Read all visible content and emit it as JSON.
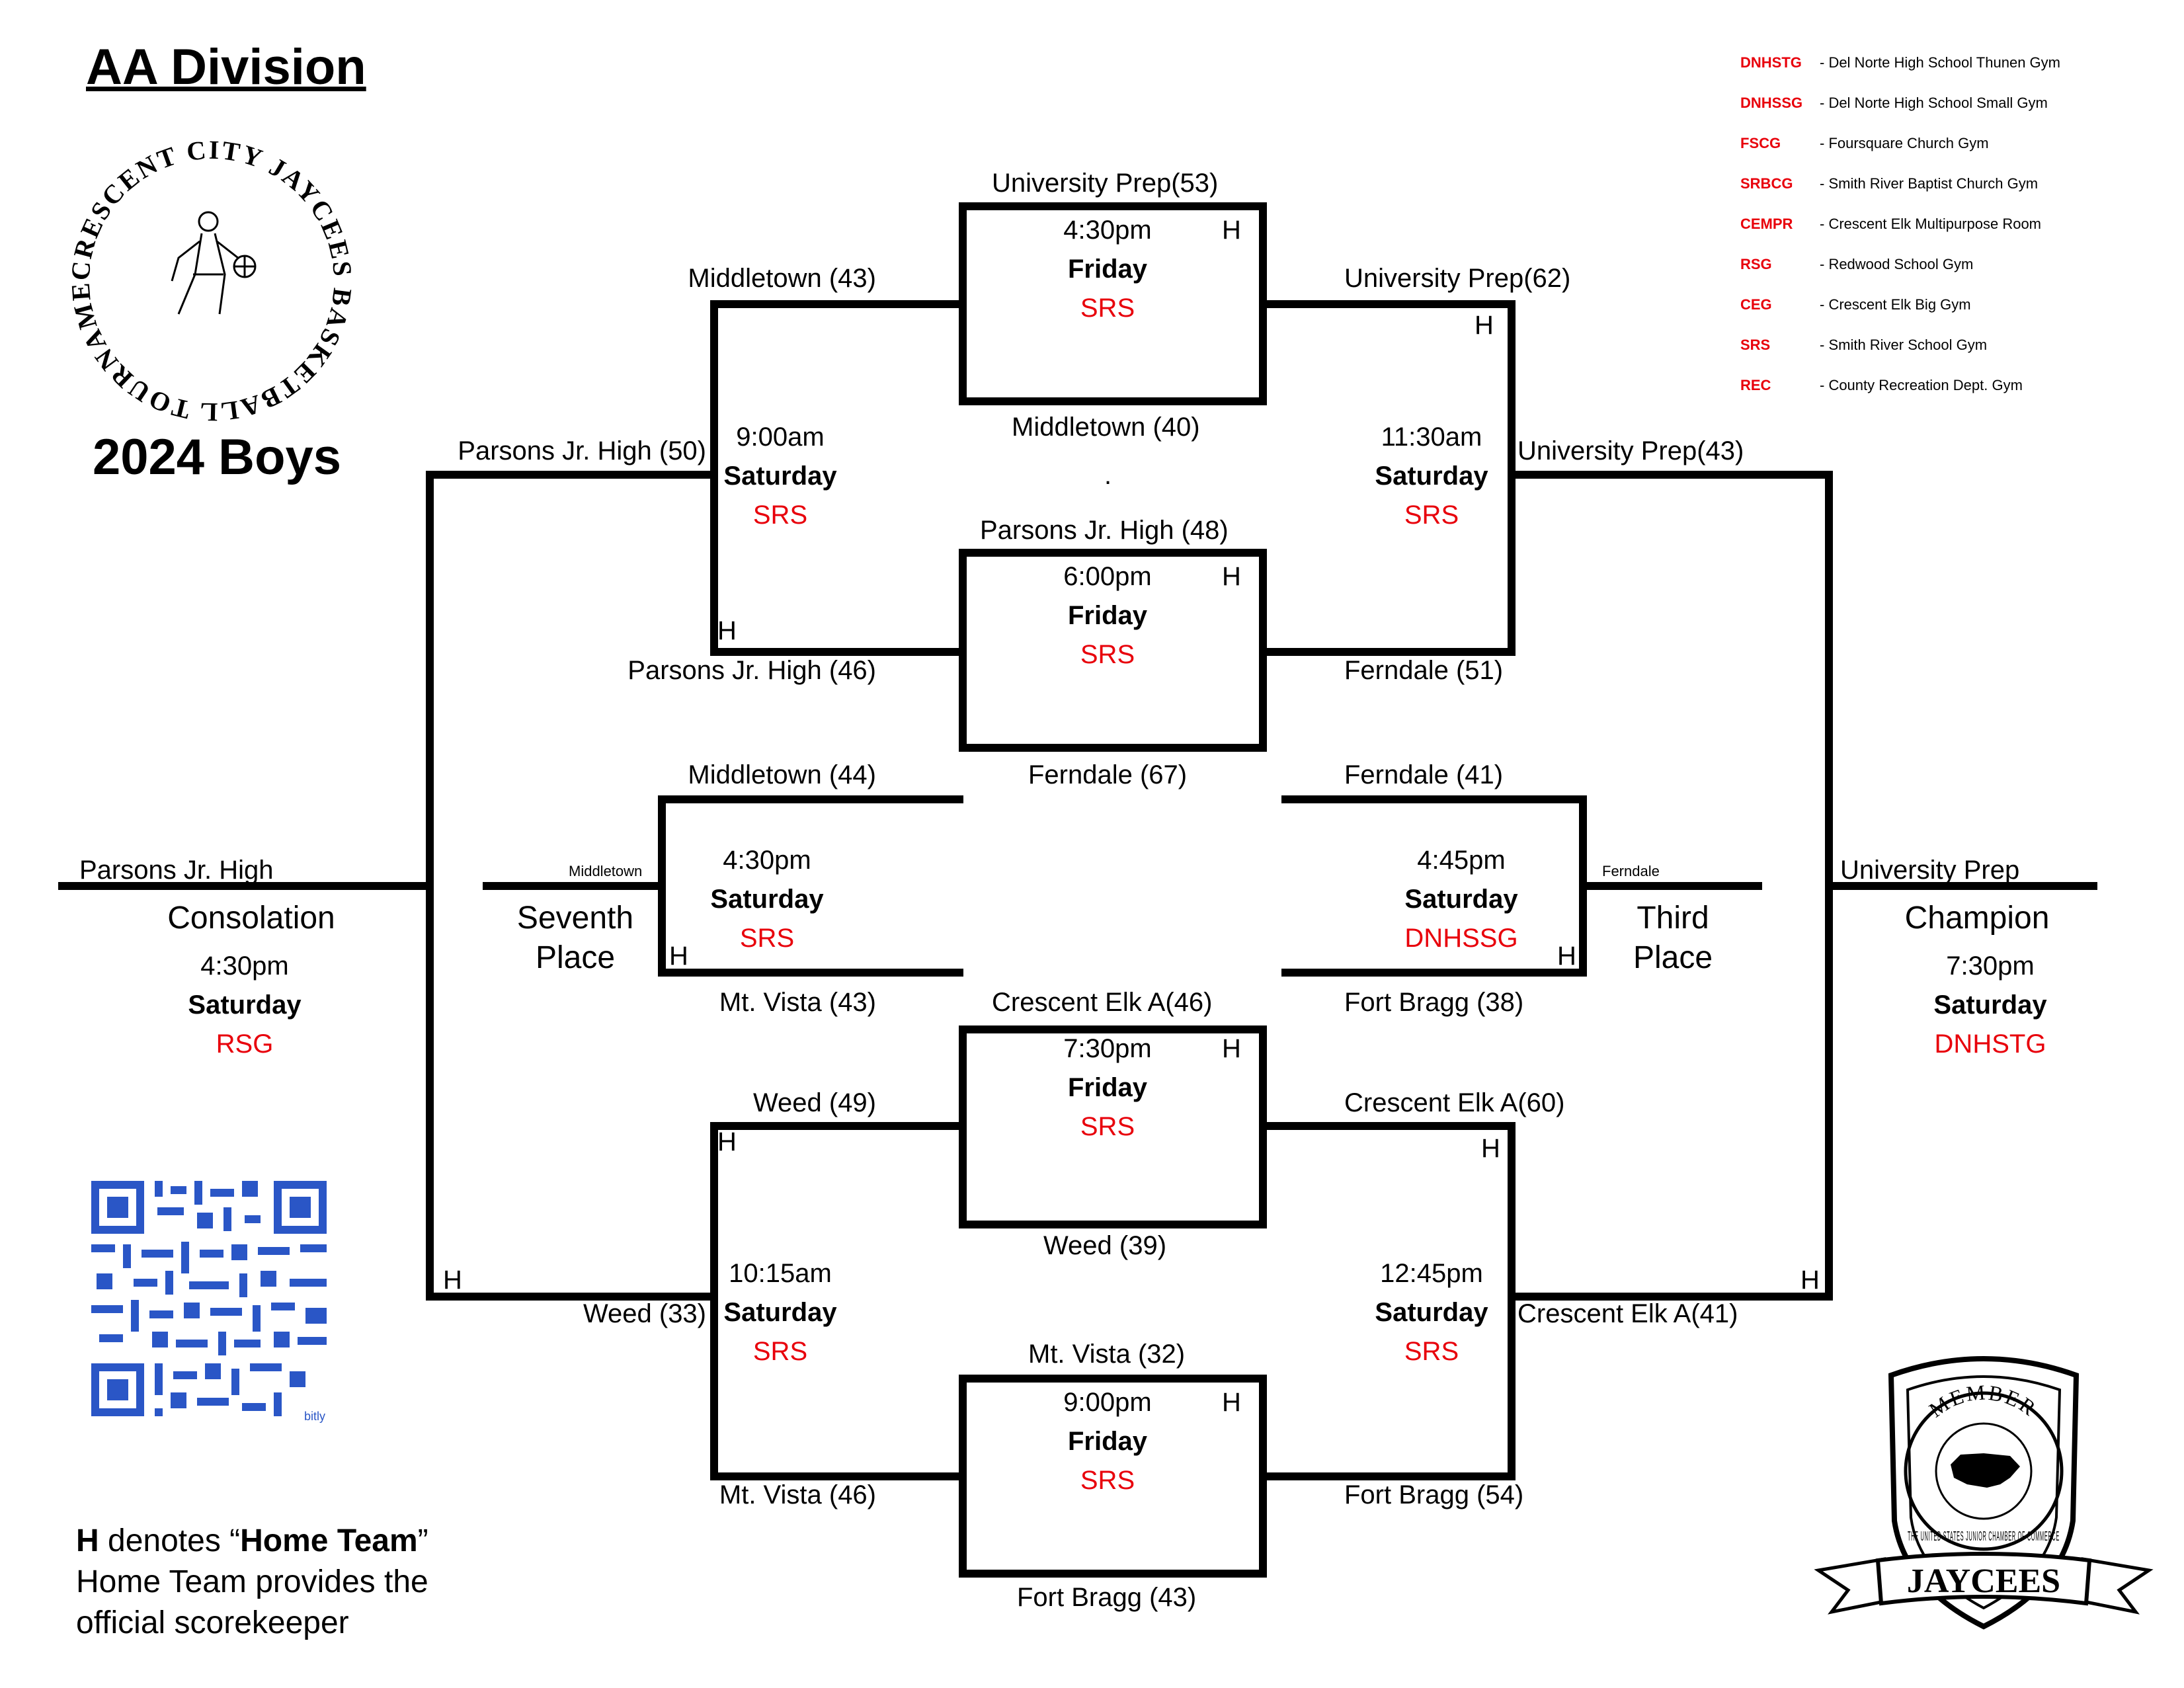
{
  "header": {
    "division_title": "AA Division",
    "season_title": "2024 Boys",
    "logo_text": "CRESCENT CITY JAYCEES BASKETBALL TOURNAMENT"
  },
  "legend": [
    {
      "code": "DNHSTG",
      "desc": "- Del Norte High School Thunen Gym"
    },
    {
      "code": "DNHSSG",
      "desc": "- Del Norte High School Small Gym"
    },
    {
      "code": "FSCG",
      "desc": "- Foursquare Church Gym"
    },
    {
      "code": "SRBCG",
      "desc": "- Smith River Baptist Church Gym"
    },
    {
      "code": "CEMPR",
      "desc": "- Crescent Elk Multipurpose Room"
    },
    {
      "code": "RSG",
      "desc": "- Redwood School Gym"
    },
    {
      "code": "CEG",
      "desc": "- Crescent Elk Big Gym"
    },
    {
      "code": "SRS",
      "desc": "- Smith River School Gym"
    },
    {
      "code": "REC",
      "desc": "- County Recreation Dept. Gym"
    }
  ],
  "games": {
    "g1": {
      "top": "University Prep(53)",
      "bottom": "Middletown (40)",
      "time": "4:30pm",
      "day": "Friday",
      "site": "SRS",
      "home": "H"
    },
    "g2": {
      "top": "Parsons Jr. High (48)",
      "bottom": "Ferndale (67)",
      "time": "6:00pm",
      "day": "Friday",
      "site": "SRS",
      "home": "H"
    },
    "g3": {
      "top": "Crescent Elk  A(46)",
      "bottom": "Weed  (39)",
      "time": "7:30pm",
      "day": "Friday",
      "site": "SRS",
      "home": "H"
    },
    "g4": {
      "top": "Mt. Vista (32)",
      "bottom": "Fort Bragg (43)",
      "time": "9:00pm",
      "day": "Friday",
      "site": "SRS",
      "home": "H"
    }
  },
  "left_semis": {
    "upper": {
      "top": "Middletown (43)",
      "bottom": "Parsons Jr. High (46)",
      "time": "9:00am",
      "day": "Saturday",
      "site": "SRS",
      "home": "H",
      "winner": "Parsons Jr. High (50)"
    },
    "lower": {
      "top": "Weed  (49)",
      "bottom": "Mt. Vista (46)",
      "time": "10:15am",
      "day": "Saturday",
      "site": "SRS",
      "home": "H",
      "winner": "Weed  (33)"
    }
  },
  "right_semis": {
    "upper": {
      "top": "University Prep(62)",
      "bottom": "Ferndale (51)",
      "time": "11:30am",
      "day": "Saturday",
      "site": "SRS",
      "home": "H",
      "winner": "University Prep(43)"
    },
    "lower": {
      "top": "Crescent Elk  A(60)",
      "bottom": "Fort Bragg (54)",
      "time": "12:45pm",
      "day": "Saturday",
      "site": "SRS",
      "home": "H",
      "winner": "Crescent Elk  A(41)"
    }
  },
  "seventh": {
    "top": "Middletown (44)",
    "bottom": "Mt. Vista (43)",
    "time": "4:30pm",
    "day": "Saturday",
    "site": "SRS",
    "home": "H",
    "winner": "Middletown",
    "label1": "Seventh",
    "label2": "Place"
  },
  "third": {
    "top": "Ferndale (41)",
    "bottom": "Fort Bragg (38)",
    "time": "4:45pm",
    "day": "Saturday",
    "site": "DNHSSG",
    "home": "H",
    "winner": "Ferndale",
    "label1": "Third",
    "label2": "Place"
  },
  "consolation": {
    "winner": "Parsons Jr. High",
    "label": "Consolation",
    "time": "4:30pm",
    "day": "Saturday",
    "site": "RSG",
    "home": "H"
  },
  "championship": {
    "winner": "University Prep",
    "label": "Champion",
    "time": "7:30pm",
    "day": "Saturday",
    "site": "DNHSTG",
    "home": "H"
  },
  "misc": {
    "dot": "."
  },
  "footer": {
    "h_letter": "H",
    "denotes_open": " denotes “",
    "home_team": "Home Team",
    "denotes_close": "”",
    "line2": "Home Team provides the",
    "line3": "official scorekeeper",
    "qr_brand": "bitly"
  },
  "badge": {
    "member": "MEMBER",
    "org": "THE UNITED STATES JUNIOR CHAMBER OF COMMERCE",
    "banner": "JAYCEES"
  }
}
